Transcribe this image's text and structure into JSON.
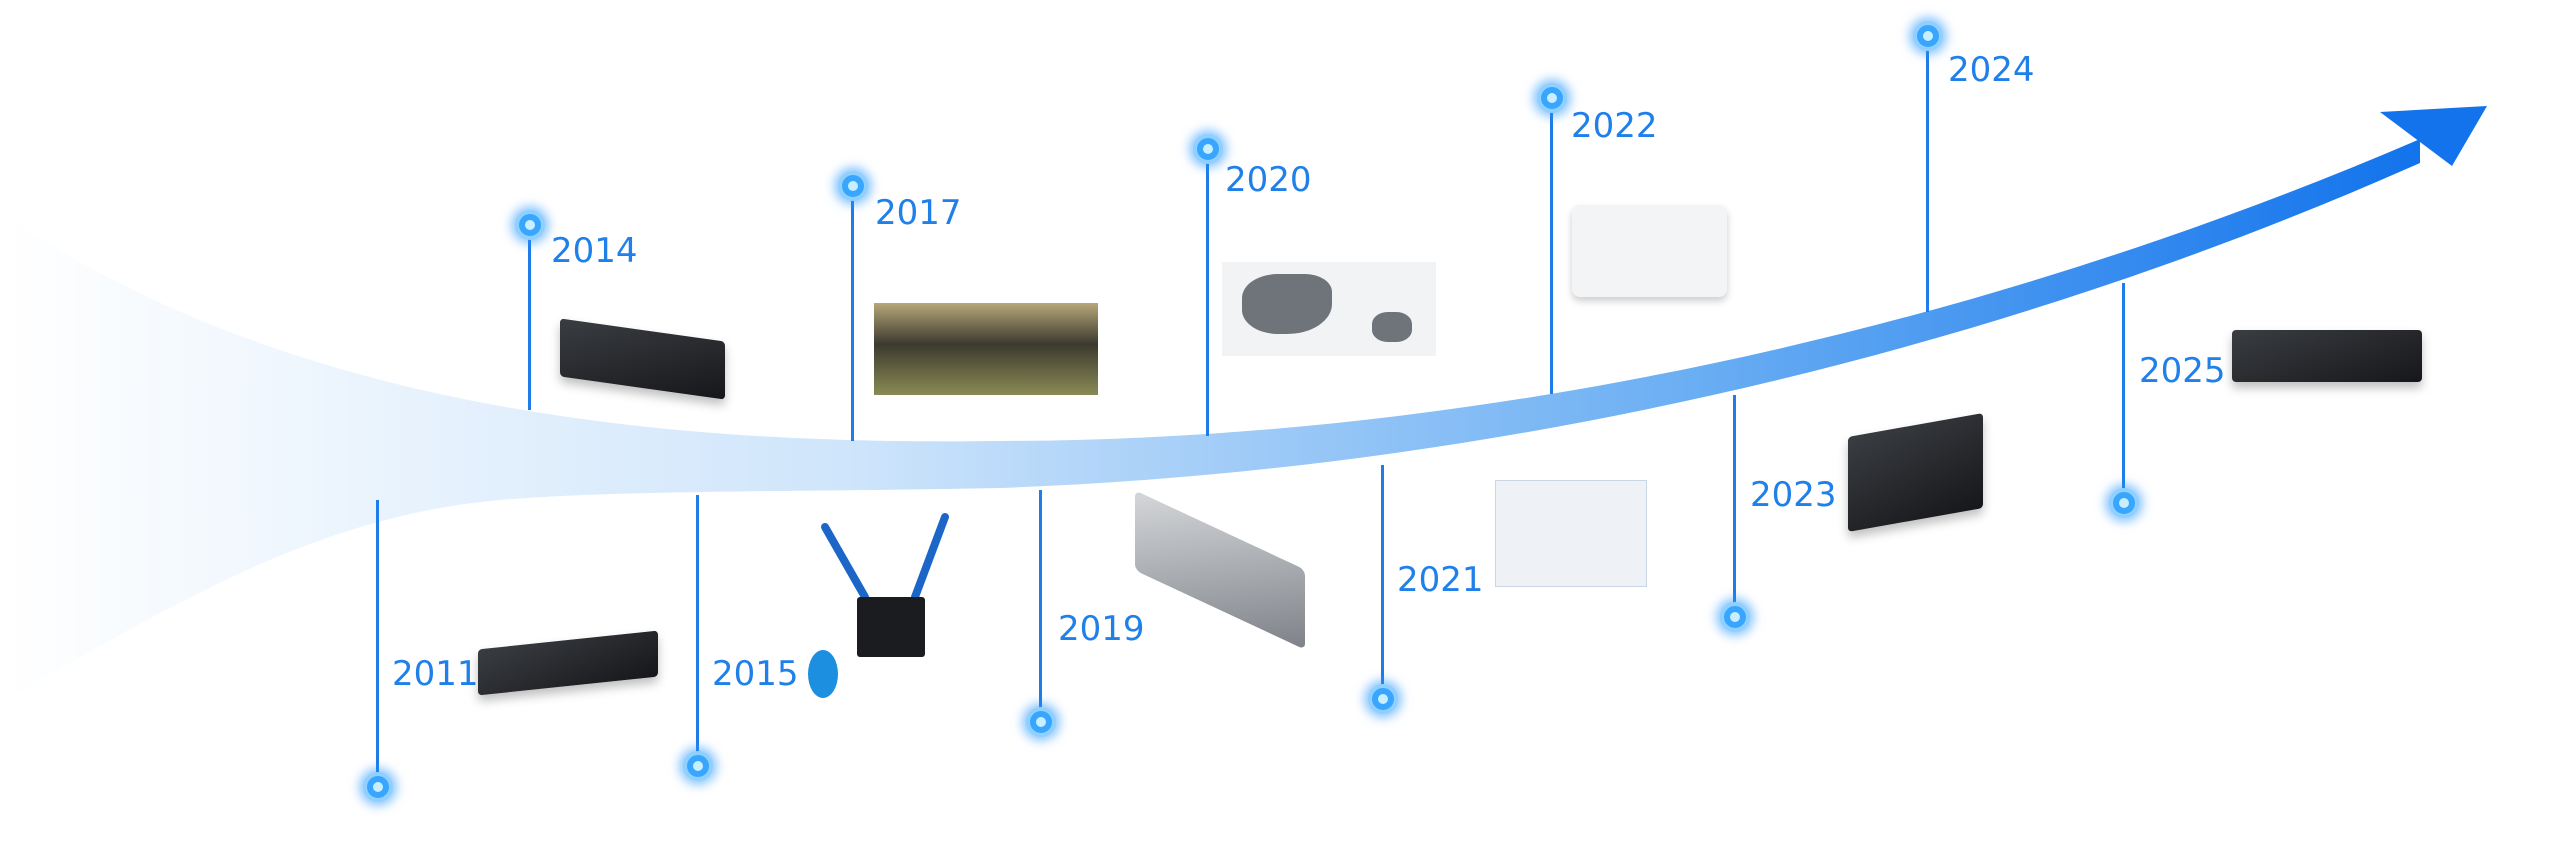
{
  "timeline": {
    "accent": "#1f80ea",
    "milestones": [
      {
        "year": "2011",
        "image": "rack-encoder-device"
      },
      {
        "year": "2014",
        "image": "streaming-encoder-box"
      },
      {
        "year": "2015",
        "image": "newtek-connect-spark"
      },
      {
        "year": "2017",
        "image": "team-group-photo"
      },
      {
        "year": "2019",
        "image": "silver-capture-device"
      },
      {
        "year": "2020",
        "image": "world-map"
      },
      {
        "year": "2021",
        "image": "system-architecture-diagram"
      },
      {
        "year": "2022",
        "image": "broadcast-truck"
      },
      {
        "year": "2023",
        "image": "portable-production-unit"
      },
      {
        "year": "2024",
        "image": ""
      },
      {
        "year": "2025",
        "image": "rack-server"
      }
    ]
  }
}
